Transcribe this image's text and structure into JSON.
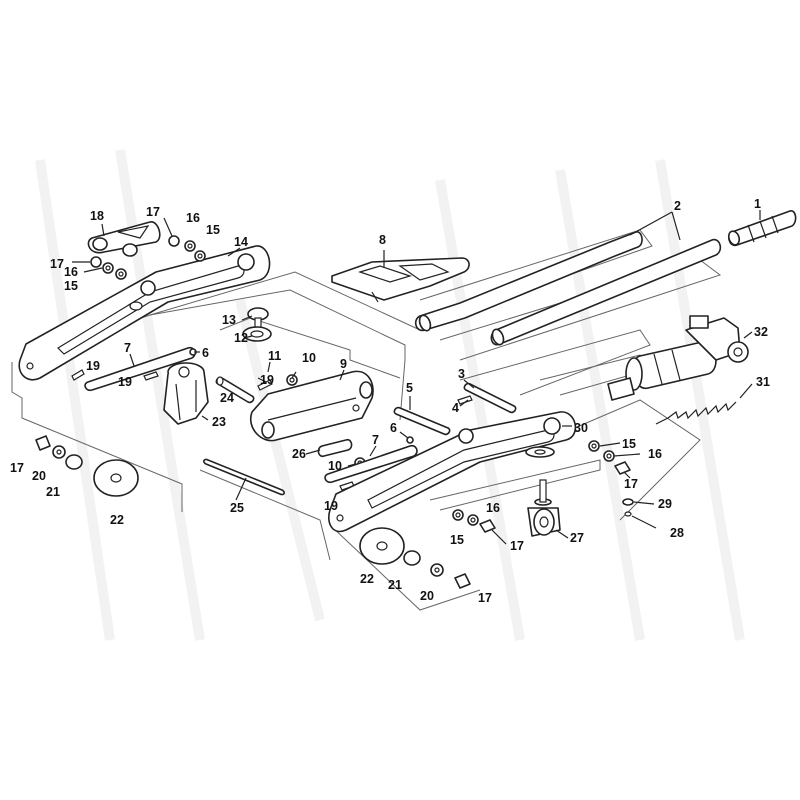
{
  "callouts": [
    {
      "id": "c1",
      "text": "1"
    },
    {
      "id": "c2",
      "text": "2"
    },
    {
      "id": "c3",
      "text": "3"
    },
    {
      "id": "c4",
      "text": "4"
    },
    {
      "id": "c5",
      "text": "5"
    },
    {
      "id": "c6a",
      "text": "6"
    },
    {
      "id": "c6b",
      "text": "6"
    },
    {
      "id": "c7a",
      "text": "7"
    },
    {
      "id": "c7b",
      "text": "7"
    },
    {
      "id": "c8",
      "text": "8"
    },
    {
      "id": "c9",
      "text": "9"
    },
    {
      "id": "c10a",
      "text": "10"
    },
    {
      "id": "c10b",
      "text": "10"
    },
    {
      "id": "c11",
      "text": "11"
    },
    {
      "id": "c12",
      "text": "12"
    },
    {
      "id": "c13",
      "text": "13"
    },
    {
      "id": "c14",
      "text": "14"
    },
    {
      "id": "c15a",
      "text": "15"
    },
    {
      "id": "c15b",
      "text": "15"
    },
    {
      "id": "c15c",
      "text": "15"
    },
    {
      "id": "c15d",
      "text": "15"
    },
    {
      "id": "c16a",
      "text": "16"
    },
    {
      "id": "c16b",
      "text": "16"
    },
    {
      "id": "c16c",
      "text": "16"
    },
    {
      "id": "c16d",
      "text": "16"
    },
    {
      "id": "c17a",
      "text": "17"
    },
    {
      "id": "c17b",
      "text": "17"
    },
    {
      "id": "c17c",
      "text": "17"
    },
    {
      "id": "c17d",
      "text": "17"
    },
    {
      "id": "c17e",
      "text": "17"
    },
    {
      "id": "c17f",
      "text": "17"
    },
    {
      "id": "c18",
      "text": "18"
    },
    {
      "id": "c19a",
      "text": "19"
    },
    {
      "id": "c19b",
      "text": "19"
    },
    {
      "id": "c19c",
      "text": "19"
    },
    {
      "id": "c19d",
      "text": "19"
    },
    {
      "id": "c20a",
      "text": "20"
    },
    {
      "id": "c20b",
      "text": "20"
    },
    {
      "id": "c21a",
      "text": "21"
    },
    {
      "id": "c21b",
      "text": "21"
    },
    {
      "id": "c22a",
      "text": "22"
    },
    {
      "id": "c22b",
      "text": "22"
    },
    {
      "id": "c23",
      "text": "23"
    },
    {
      "id": "c24",
      "text": "24"
    },
    {
      "id": "c25",
      "text": "25"
    },
    {
      "id": "c26",
      "text": "26"
    },
    {
      "id": "c27",
      "text": "27"
    },
    {
      "id": "c28",
      "text": "28"
    },
    {
      "id": "c29",
      "text": "29"
    },
    {
      "id": "c30",
      "text": "30"
    },
    {
      "id": "c31",
      "text": "31"
    },
    {
      "id": "c32",
      "text": "32"
    }
  ]
}
